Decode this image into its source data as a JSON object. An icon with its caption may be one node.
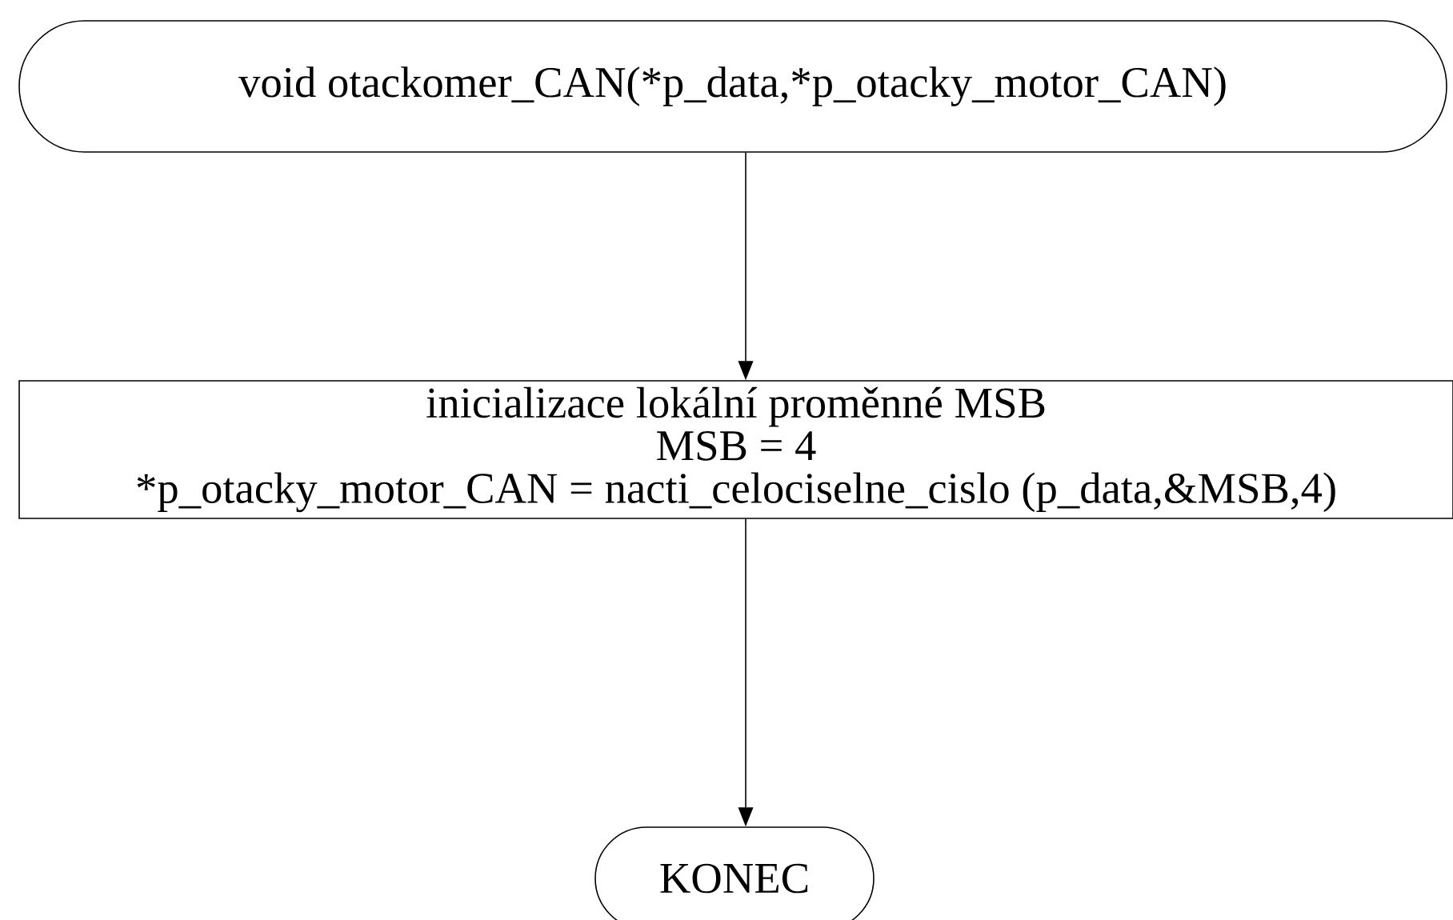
{
  "diagram": {
    "nodes": [
      {
        "text": [
          "void otackomer_CAN(*p_data,*p_otacky_motor_CAN)"
        ]
      },
      {
        "text": [
          "inicializace lokální proměnné MSB",
          "MSB = 4",
          "*p_otacky_motor_CAN = nacti_celociselne_cislo (p_data,&MSB,4)"
        ]
      },
      {
        "text": [
          "KONEC"
        ]
      }
    ],
    "edges": [
      {
        "from": 0,
        "to": 1,
        "arrow": "to"
      },
      {
        "from": 1,
        "to": 2,
        "arrow": "to"
      }
    ]
  }
}
